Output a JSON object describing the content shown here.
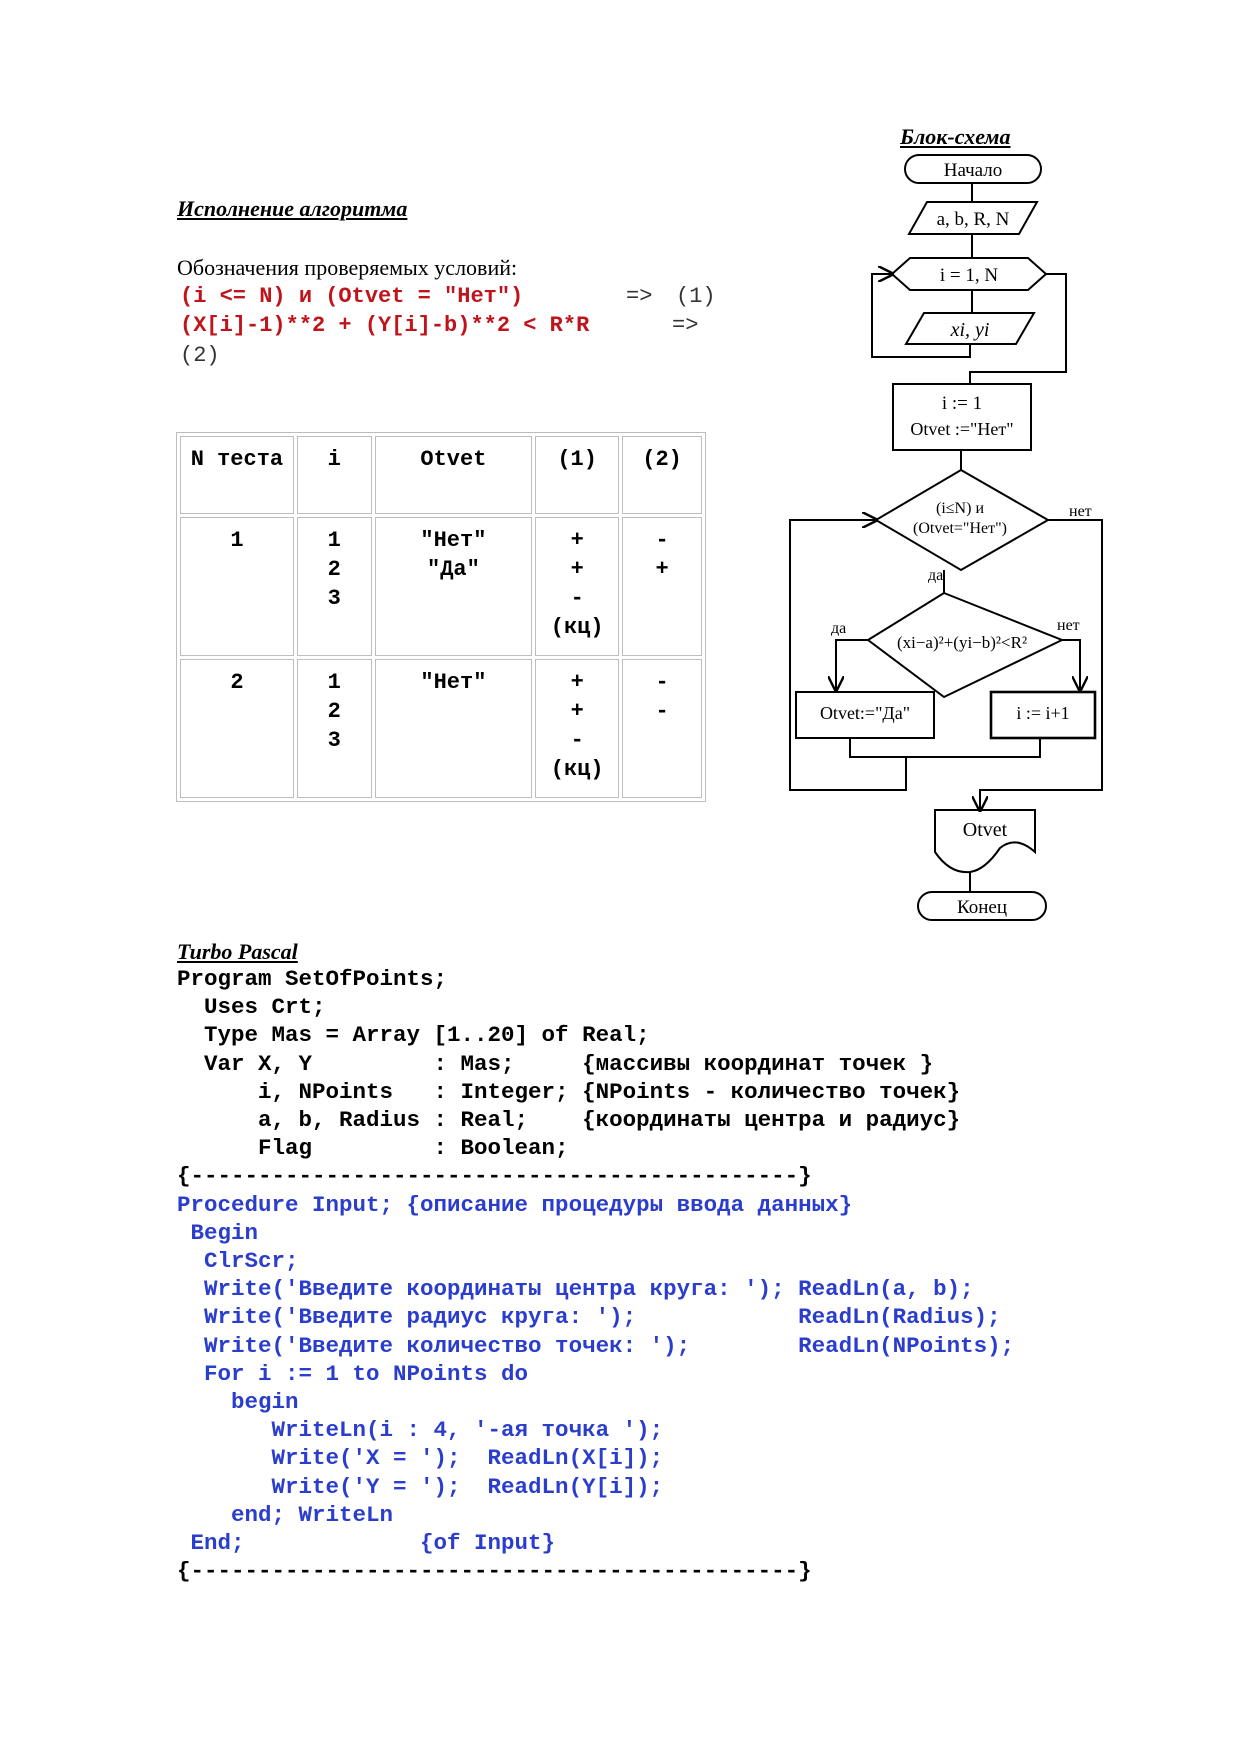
{
  "section1_heading": "Исполнение алгоритма",
  "conditions": {
    "intro": "Обозначения проверяемых условий:",
    "cond1": "(i <= N) и (Otvet = \"Нет\")",
    "cond1_arrow": "=>",
    "cond1_num": "(1)",
    "cond2": "(X[i]-1)**2 + (Y[i]-b)**2 < R*R",
    "cond2_arrow": "=>",
    "cond2_num": "(2)"
  },
  "trace_table": {
    "headers": [
      "N теста",
      "i",
      "Otvet",
      "(1)",
      "(2)"
    ],
    "rows": [
      {
        "test": "1",
        "i": [
          "1",
          "2",
          "3"
        ],
        "otvet": [
          "\"Нет\"",
          "\"Да\""
        ],
        "c1": [
          "+",
          "+",
          "-",
          "(кц)"
        ],
        "c2": [
          "-",
          "+"
        ]
      },
      {
        "test": "2",
        "i": [
          "1",
          "2",
          "3"
        ],
        "otvet": [
          "\"Нет\""
        ],
        "c1": [
          "+",
          "+",
          "-",
          "(кц)"
        ],
        "c2": [
          "-",
          "-"
        ]
      }
    ]
  },
  "flowchart": {
    "title": "Блок-схема",
    "start": "Начало",
    "input1": "a, b, R, N",
    "loop": "i = 1, N",
    "input2": "xi, yi",
    "init_1": "i := 1",
    "init_2": "Otvet :=\"Нет\"",
    "cond1_a": "(i≤N) и",
    "cond1_b": "(Otvet=\"Нет\")",
    "label_no1": "нет",
    "label_yes1": "да",
    "cond2": "(xi−a)²+(yi−b)²<R²",
    "label_yes2": "да",
    "label_no2": "нет",
    "assign_yes": "Otvet:=\"Да\"",
    "assign_inc": "i := i+1",
    "output": "Otvet",
    "end": "Конец"
  },
  "section2_heading": "Turbo Pascal",
  "code_lines": [
    {
      "text": "Program SetOfPoints;",
      "color": "#000000"
    },
    {
      "text": "  Uses Crt;",
      "color": "#000000"
    },
    {
      "text": "  Type Mas = Array [1..20] of Real;",
      "color": "#000000"
    },
    {
      "text": "  Var X, Y         : Mas;     {массивы координат точек }",
      "color": "#000000"
    },
    {
      "text": "      i, NPoints   : Integer; {NPoints - количество точек}",
      "color": "#000000"
    },
    {
      "text": "      a, b, Radius : Real;    {координаты центра и радиус}",
      "color": "#000000"
    },
    {
      "text": "      Flag         : Boolean;",
      "color": "#000000"
    },
    {
      "text": "{---------------------------------------------}",
      "color": "#000000"
    },
    {
      "text": "Procedure Input; {описание процедуры ввода данных}",
      "color": "#2a3dcc"
    },
    {
      "text": " Begin",
      "color": "#2a3dcc"
    },
    {
      "text": "  ClrScr;",
      "color": "#2a3dcc"
    },
    {
      "text": "  Write('Введите координаты центра круга: '); ReadLn(a, b);",
      "color": "#2a3dcc"
    },
    {
      "text": "  Write('Введите радиус круга: ');            ReadLn(Radius);",
      "color": "#2a3dcc"
    },
    {
      "text": "  Write('Введите количество точек: ');        ReadLn(NPoints);",
      "color": "#2a3dcc"
    },
    {
      "text": "  For i := 1 to NPoints do",
      "color": "#2a3dcc"
    },
    {
      "text": "    begin",
      "color": "#2a3dcc"
    },
    {
      "text": "       WriteLn(i : 4, '-ая точка ');",
      "color": "#2a3dcc"
    },
    {
      "text": "       Write('X = ');  ReadLn(X[i]);",
      "color": "#2a3dcc"
    },
    {
      "text": "       Write('Y = ');  ReadLn(Y[i]);",
      "color": "#2a3dcc"
    },
    {
      "text": "    end; WriteLn",
      "color": "#2a3dcc"
    },
    {
      "text": " End;             {of Input}",
      "color": "#2a3dcc"
    },
    {
      "text": "{---------------------------------------------}",
      "color": "#000000"
    }
  ]
}
